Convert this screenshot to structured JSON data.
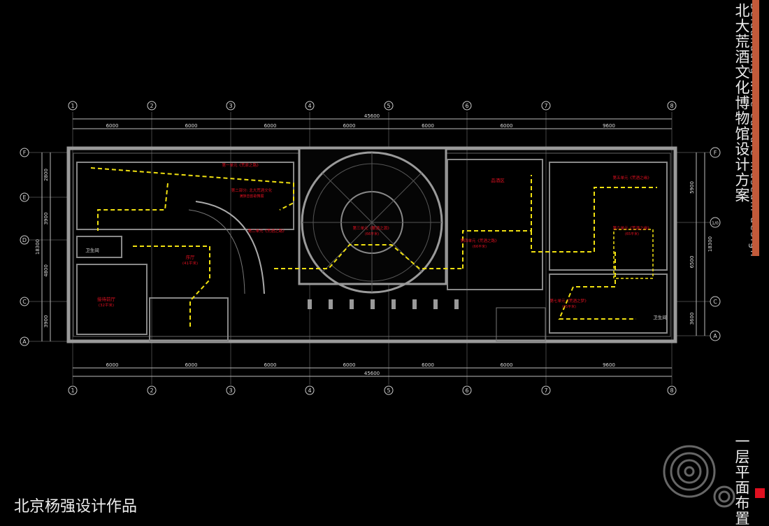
{
  "title_cn": "北大荒酒文化博物馆设计方案",
  "title_en": "Beidahuang wine culture museum design",
  "sheet_title": "一层平面布置",
  "credit": "北京杨强设计作品",
  "colors": {
    "background": "#000000",
    "wall": "#9a9a9a",
    "route": "#f0e010",
    "annotation": "#e01020",
    "dimension": "#bbbbbb",
    "accent": "#c25a3a"
  },
  "column_axes": [
    "1",
    "2",
    "3",
    "4",
    "5",
    "6",
    "7",
    "8"
  ],
  "row_axes_left": [
    "F",
    "E",
    "D",
    "C",
    "A"
  ],
  "row_axes_right": [
    "F",
    "1/0",
    "C",
    "A"
  ],
  "bay_dimensions": [
    "6000",
    "6000",
    "6000",
    "6000",
    "6000",
    "6000",
    "9600"
  ],
  "total_dimension": "45600",
  "left_dimensions": [
    "2800",
    "3900",
    "4800",
    "3900"
  ],
  "left_total": "18300",
  "right_dimensions": [
    "5900",
    "6500",
    "3600"
  ],
  "right_total": "18300",
  "rooms": [
    {
      "id": "toilet-left",
      "label": "卫生间"
    },
    {
      "id": "reception",
      "label": "接待前厅",
      "note": "(32平米)"
    },
    {
      "id": "foyer",
      "label": "序厅",
      "note": "(41平米)"
    },
    {
      "id": "tasting",
      "label": "品酒区"
    },
    {
      "id": "toilet-right",
      "label": "卫生间"
    }
  ],
  "exhibit_units": [
    {
      "label": "第一单元《荒原之路》"
    },
    {
      "label": "第二部分: 北大荒酒文化",
      "sub": "满族音韵歌舞展"
    },
    {
      "label": "第二单元《荒酒之路》"
    },
    {
      "label": "第三单元《酿酒之源》",
      "note": "(66平米)"
    },
    {
      "label": "第四单元《荒酒之路》",
      "note": "(66平米)"
    },
    {
      "label": "第五单元《荒酒之缘》"
    },
    {
      "label": "第六单元《荒酒之缘》",
      "note": "(65平米)"
    },
    {
      "label": "第七单元《荒酒之梦》",
      "note": "(35平米)"
    }
  ]
}
